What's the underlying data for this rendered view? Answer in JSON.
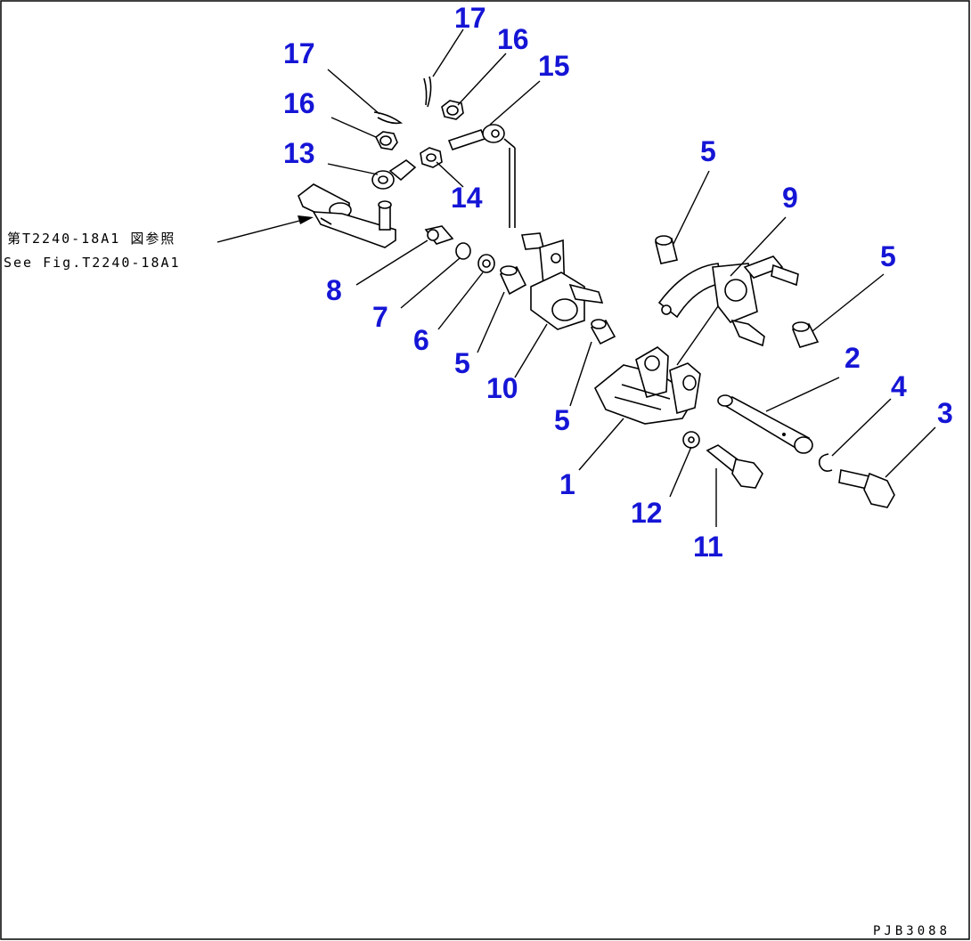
{
  "reference": {
    "jp": "第T2240-18A1 図参照",
    "en": "See Fig.T2240-18A1"
  },
  "drawing_code": "PJB3088",
  "callouts": {
    "c17a": "17",
    "c17b": "17",
    "c16a": "16",
    "c16b": "16",
    "c15": "15",
    "c13": "13",
    "c14": "14",
    "c9": "9",
    "c5a": "5",
    "c5b": "5",
    "c5c": "5",
    "c5d": "5",
    "c8": "8",
    "c7": "7",
    "c6": "6",
    "c10": "10",
    "c2": "2",
    "c4": "4",
    "c3": "3",
    "c1": "1",
    "c12": "12",
    "c11": "11"
  },
  "colors": {
    "callout": "#1515d6",
    "line": "#000000",
    "background": "#ffffff"
  }
}
